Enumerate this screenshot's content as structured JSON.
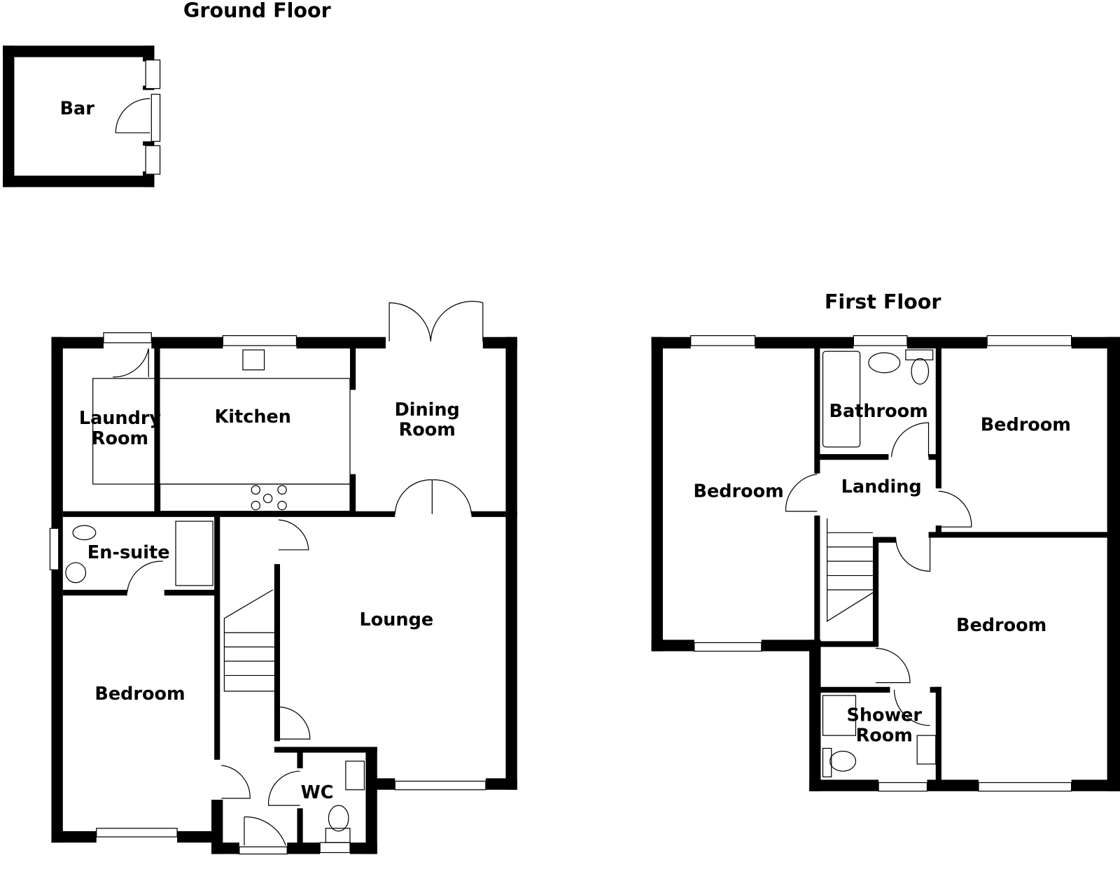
{
  "ground_floor": {
    "title": "Ground Floor",
    "rooms": {
      "bar": "Bar",
      "laundry": [
        "Laundry",
        "Room"
      ],
      "kitchen": "Kitchen",
      "dining": [
        "Dining",
        "Room"
      ],
      "ensuite": "En-suite",
      "lounge": "Lounge",
      "bedroom": "Bedroom",
      "wc": "WC"
    }
  },
  "first_floor": {
    "title": "First Floor",
    "rooms": {
      "bathroom": "Bathroom",
      "bedroom_left": "Bedroom",
      "bedroom_top_right": "Bedroom",
      "landing": "Landing",
      "bedroom_bottom_right": "Bedroom",
      "shower": [
        "Shower",
        "Room"
      ]
    }
  },
  "colors": {
    "wall": "#000000",
    "background": "#ffffff"
  }
}
